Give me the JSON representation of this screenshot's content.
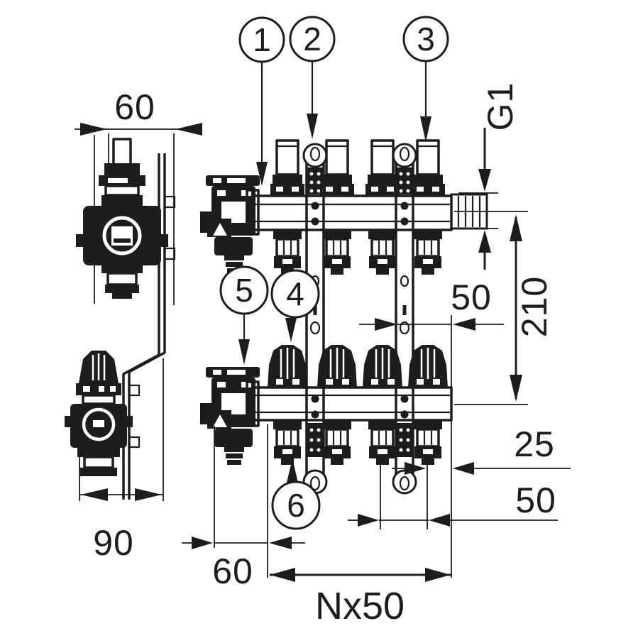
{
  "callouts": [
    {
      "label": "1"
    },
    {
      "label": "2"
    },
    {
      "label": "3"
    },
    {
      "label": "4"
    },
    {
      "label": "5"
    },
    {
      "label": "6"
    }
  ],
  "dimensions": {
    "side_view": {
      "width": "60",
      "depth": "90"
    },
    "front_view": {
      "thread": "G1",
      "height": "210",
      "bracket_to_end": "50",
      "last_outlet_to_end": "25",
      "outlet_spacing": "50",
      "left_offset": "60",
      "total_length": "Nx50"
    }
  },
  "colors": {
    "line": "#1d1d1b",
    "background": "#ffffff"
  }
}
